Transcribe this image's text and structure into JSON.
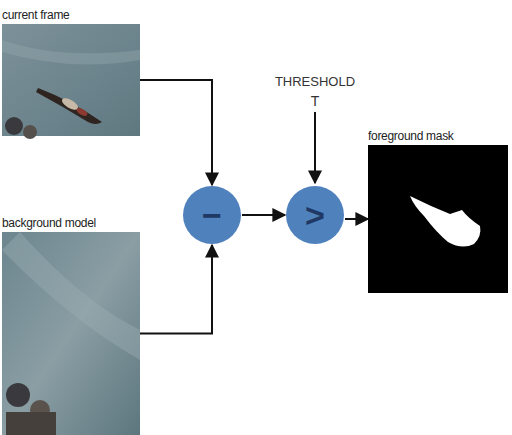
{
  "diagram": {
    "nodes": [
      {
        "text": [
          "current frame"
        ]
      },
      {
        "text": [
          "background model"
        ]
      },
      {
        "text": [
          "−"
        ]
      },
      {
        "text": [
          ">"
        ]
      },
      {
        "text": [
          "foreground mask"
        ]
      }
    ],
    "edges": [
      {
        "from": 0,
        "to": 2,
        "arrow": "to"
      },
      {
        "from": 1,
        "to": 2,
        "arrow": "to"
      },
      {
        "from": 2,
        "to": 3,
        "arrow": "to"
      },
      {
        "from": 3,
        "to": 4,
        "arrow": "to"
      }
    ],
    "labels": [
      "THRESHOLD",
      "T"
    ]
  }
}
